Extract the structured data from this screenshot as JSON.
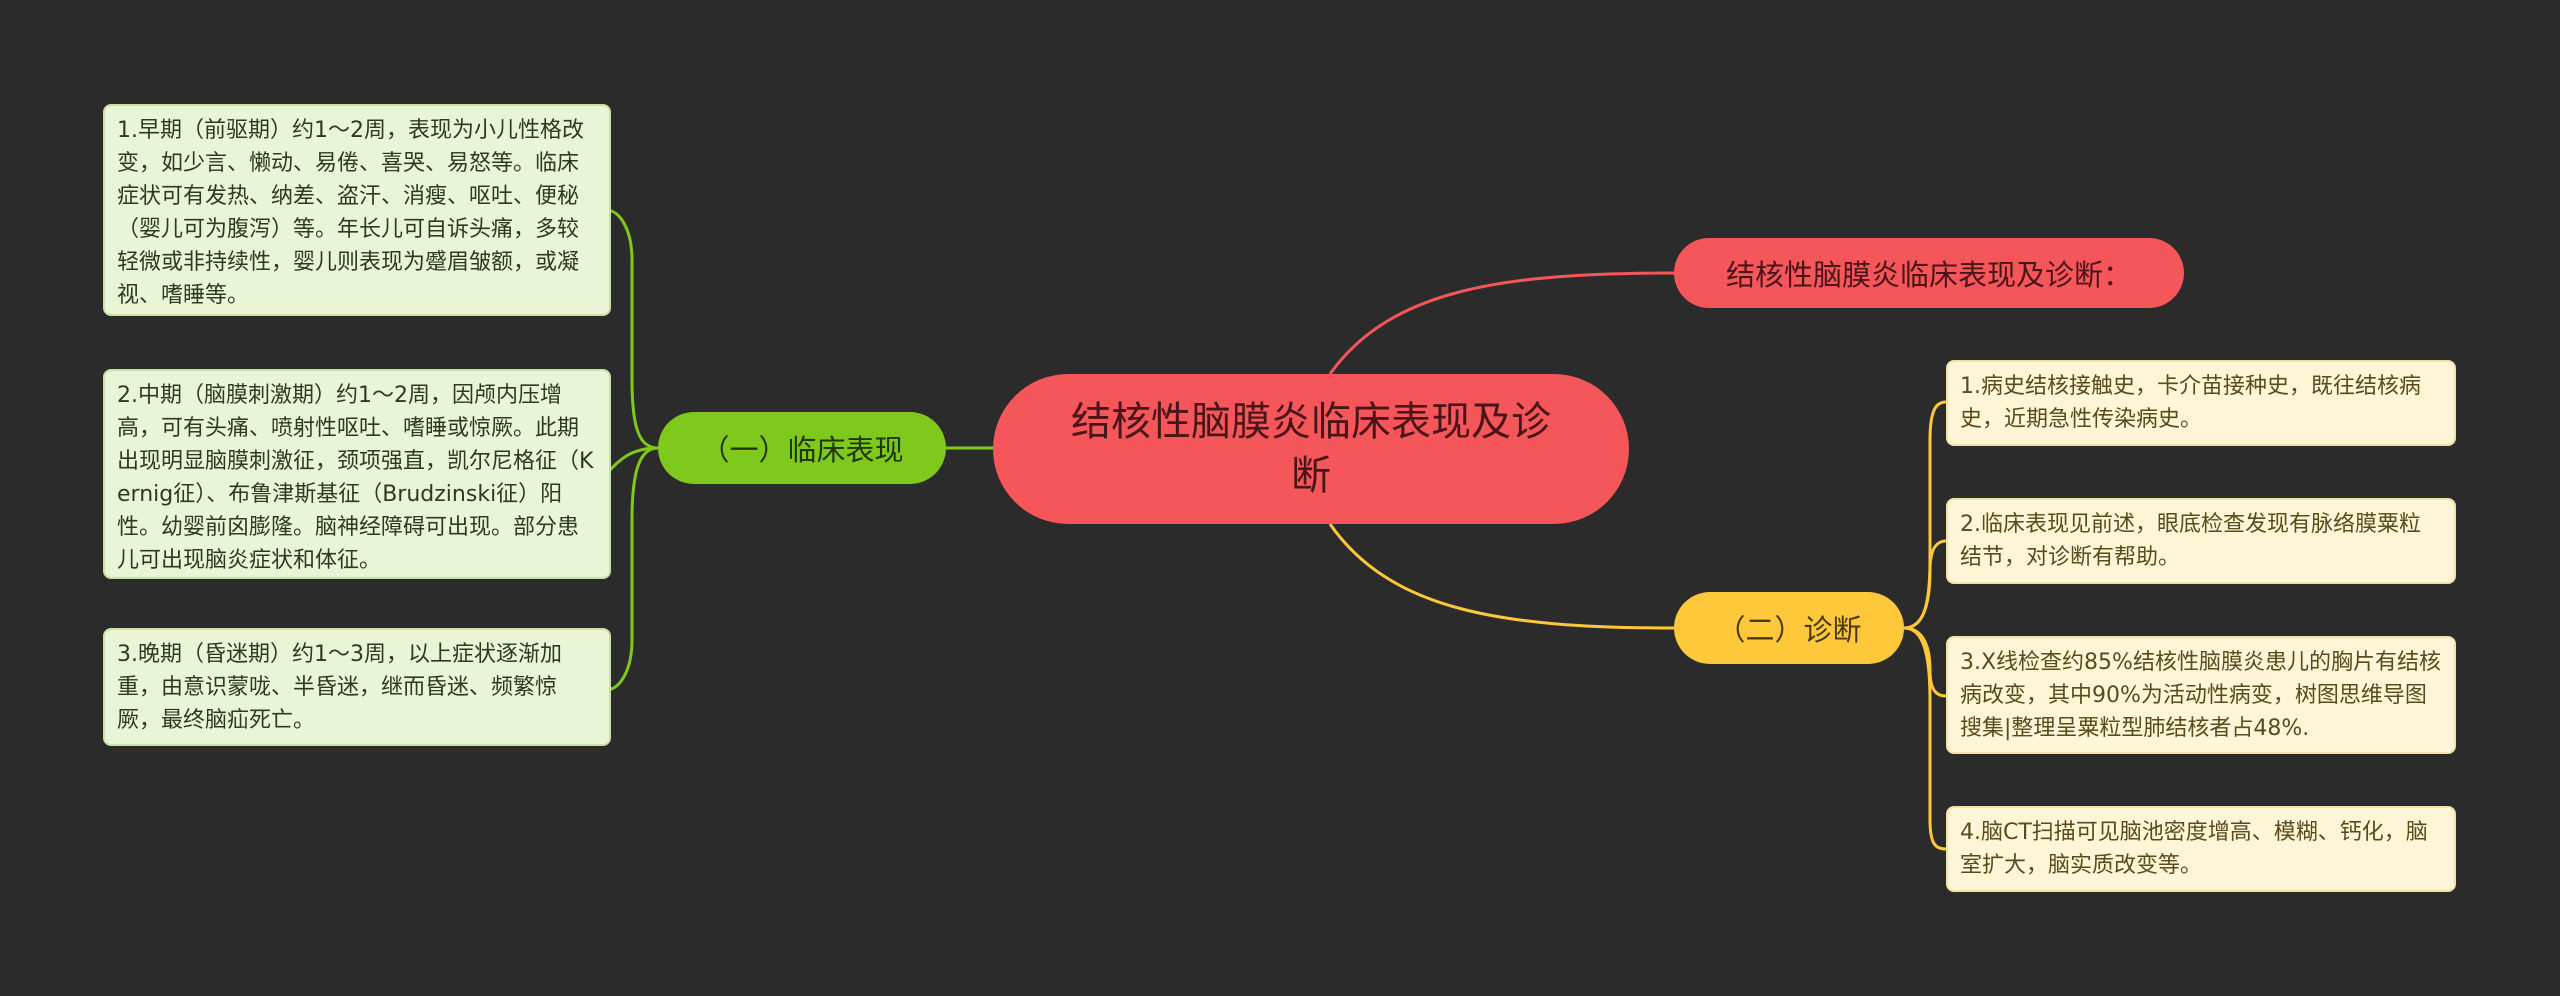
{
  "colors": {
    "background": "#2b2b2b",
    "root": "#f5565a",
    "branch_red": "#f5565a",
    "branch_green": "#7fc81c",
    "branch_yellow": "#ffc83b",
    "green_card": "#eaf5d8",
    "yellow_card": "#fff6d8"
  },
  "root": {
    "label": "结核性脑膜炎临床表现及诊断"
  },
  "branch_title": {
    "label": "结核性脑膜炎临床表现及诊断："
  },
  "clinical": {
    "label": "（一）临床表现",
    "items": [
      "1.早期（前驱期）约1～2周，表现为小儿性格改变，如少言、懒动、易倦、喜哭、易怒等。临床症状可有发热、纳差、盗汗、消瘦、呕吐、便秘（婴儿可为腹泻）等。年长儿可自诉头痛，多较轻微或非持续性，婴儿则表现为蹙眉皱额，或凝视、嗜睡等。",
      "2.中期（脑膜刺激期）约1～2周，因颅内压增高，可有头痛、喷射性呕吐、嗜睡或惊厥。此期出现明显脑膜刺激征，颈项强直，凯尔尼格征（Kernig征）、布鲁津斯基征（Brudzinski征）阳性。幼婴前囟膨隆。脑神经障碍可出现。部分患儿可出现脑炎症状和体征。",
      "3.晚期（昏迷期）约1～3周，以上症状逐渐加重，由意识蒙咙、半昏迷，继而昏迷、频繁惊厥，最终脑疝死亡。"
    ]
  },
  "diagnosis": {
    "label": "（二）诊断",
    "items": [
      "1.病史结核接触史，卡介苗接种史，既往结核病史，近期急性传染病史。",
      "2.临床表现见前述，眼底检查发现有脉络膜粟粒结节，对诊断有帮助。",
      "3.X线检查约85%结核性脑膜炎患儿的胸片有结核病改变，其中90%为活动性病变，树图思维导图搜集|整理呈粟粒型肺结核者占48%.",
      "4.脑CT扫描可见脑池密度增高、模糊、钙化，脑室扩大，脑实质改变等。"
    ]
  }
}
